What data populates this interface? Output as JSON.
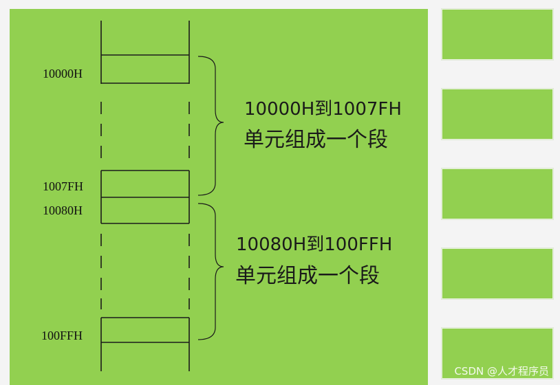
{
  "addresses": {
    "a1": "10000H",
    "a2": "1007FH",
    "a3": "10080H",
    "a4": "100FFH"
  },
  "segment1": {
    "line1": "10000H到1007FH",
    "line2": "单元组成一个段"
  },
  "segment2": {
    "line1": "10080H到100FFH",
    "line2": "单元组成一个段"
  },
  "watermark": "CSDN @人才程序员",
  "colors": {
    "panel": "#92d050",
    "line": "#1a1a1a"
  }
}
